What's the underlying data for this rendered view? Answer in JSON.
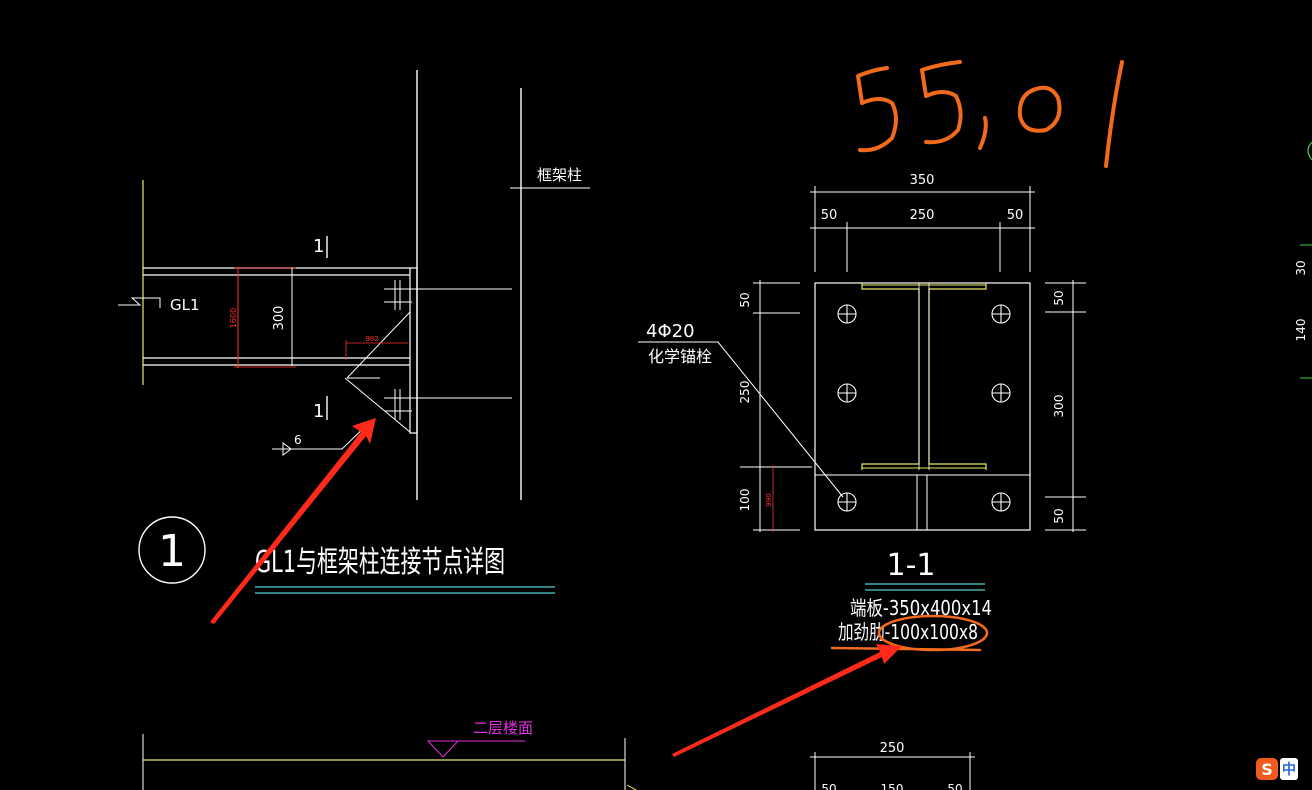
{
  "annotation": {
    "handwritten": "55,01",
    "color": "#f26a1b"
  },
  "colors": {
    "arrow": "#ff2a1a",
    "magenta": "#e030e0",
    "cyan": "#4fd4d4",
    "yellow": "#e8e860",
    "red_dim": "#ff3030",
    "green": "#40d040"
  },
  "detail1": {
    "column_label": "框架柱",
    "beam_label": "GL1",
    "section_marks": [
      "1",
      "1"
    ],
    "dim_vertical_outer": "1600",
    "dim_vertical_inner": "300",
    "dim_small": "982",
    "weld_size": "6",
    "index_number": "1",
    "title": "GL1与框架柱连接节点详图"
  },
  "section": {
    "dim_total": "350",
    "dim_left": "50",
    "dim_mid": "250",
    "dim_right": "50",
    "left_dims": [
      "50",
      "250",
      "100"
    ],
    "left_dim_red": "990",
    "right_dims": [
      "50",
      "300",
      "50"
    ],
    "bolt_label_1": "4Φ20",
    "bolt_label_2": "化学锚栓",
    "title": "1-1",
    "note_1": "端板-350x400x14",
    "note_2": "加劲肋-100x100x8"
  },
  "lower": {
    "floor_label": "二层楼面",
    "dim_top": "250",
    "dim_sub": [
      "50",
      "150",
      "50"
    ]
  },
  "right_edge_dims": [
    "30",
    "140"
  ],
  "ime": {
    "logo": "S",
    "mode": "中"
  }
}
